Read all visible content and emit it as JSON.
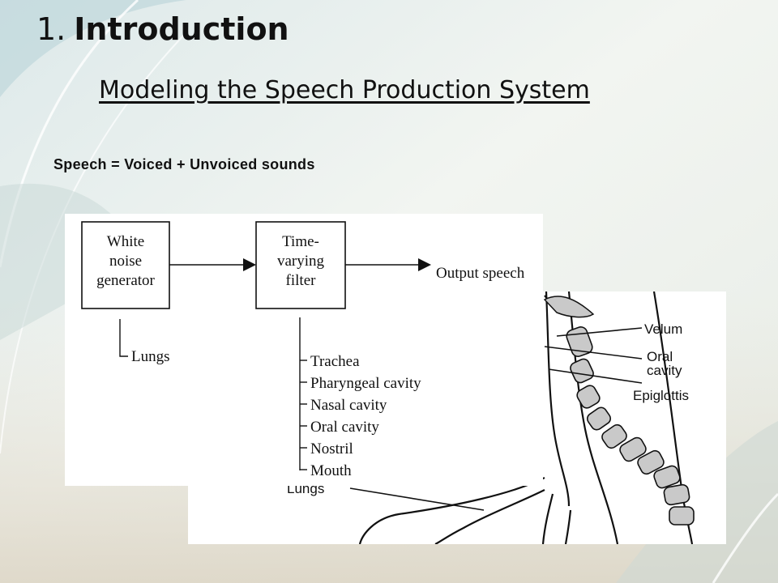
{
  "slide": {
    "title_number": "1.",
    "title_text": "Introduction",
    "subtitle": "Modeling the Speech Production System",
    "equation": "Speech = Voiced + Unvoiced sounds"
  },
  "block_diagram": {
    "box1_lines": [
      "White",
      "noise",
      "generator"
    ],
    "box2_lines": [
      "Time-",
      "varying",
      "filter"
    ],
    "output_label": "Output speech",
    "box1_source": "Lungs",
    "box2_sources": [
      "Trachea",
      "Pharyngeal cavity",
      "Nasal cavity",
      "Oral cavity",
      "Nostril",
      "Mouth"
    ]
  },
  "anatomy": {
    "labels": {
      "velum": "Velum",
      "oral_line1": "Oral",
      "oral_line2": "cavity",
      "epiglottis": "Epiglottis",
      "lungs": "Lungs"
    }
  }
}
